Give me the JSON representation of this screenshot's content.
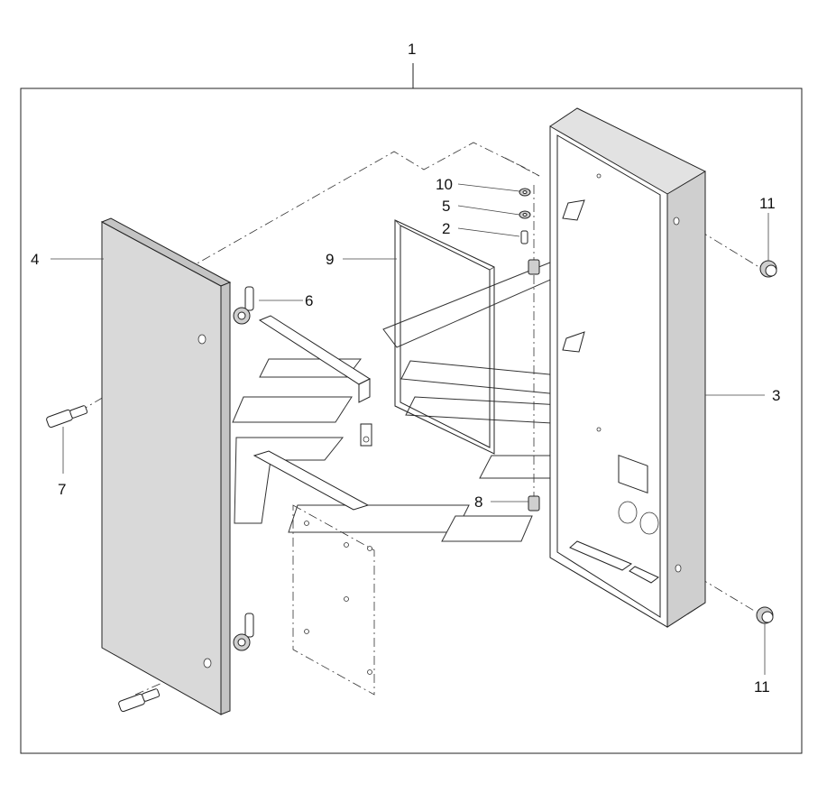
{
  "callouts": {
    "c1": "1",
    "c2": "2",
    "c3": "3",
    "c4": "4",
    "c5": "5",
    "c6": "6",
    "c7": "7",
    "c8": "8",
    "c9": "9",
    "c10": "10",
    "c11a": "11",
    "c11b": "11"
  }
}
